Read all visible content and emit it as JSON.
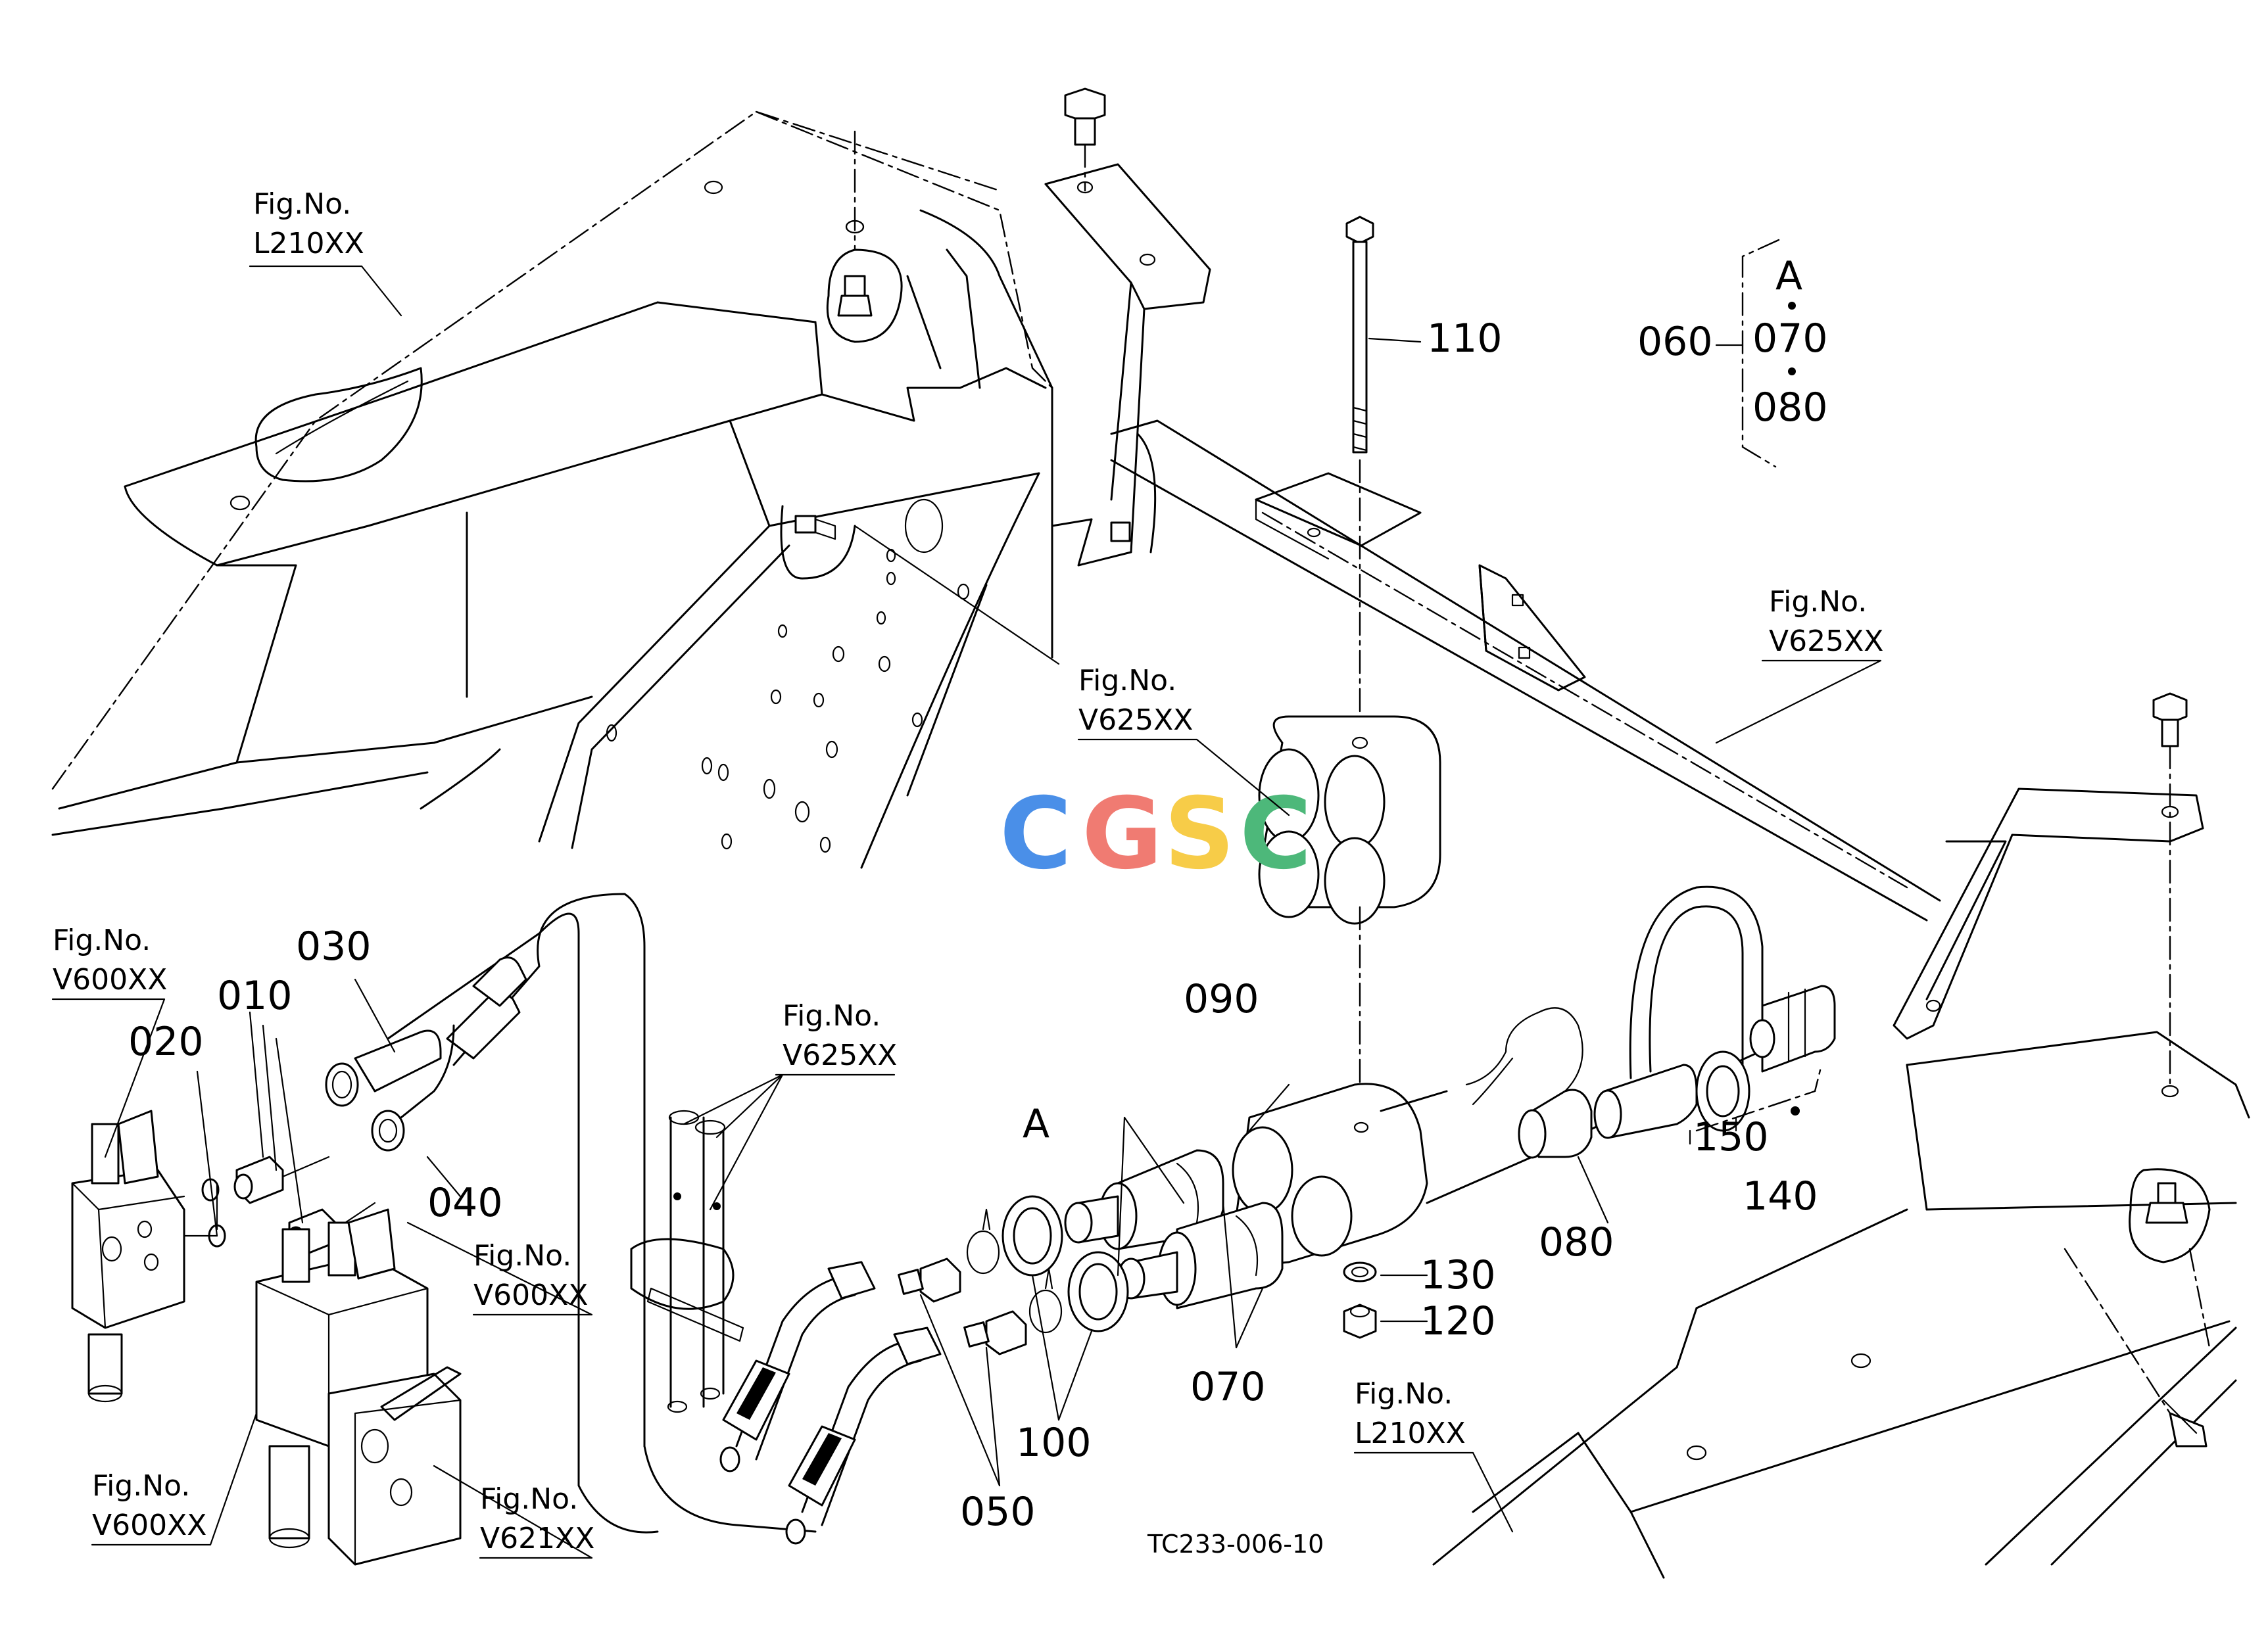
{
  "parts": {
    "p010": "010",
    "p020": "020",
    "p030": "030",
    "p040": "040",
    "p050": "050",
    "p060": "060",
    "p070a": "070",
    "p070b": "070",
    "p080a": "080",
    "p080b": "080",
    "p090": "090",
    "p100": "100",
    "p110": "110",
    "p120": "120",
    "p130": "130",
    "p140": "140",
    "p150": "150"
  },
  "kit": {
    "letter": "A"
  },
  "callout_a": "A",
  "figure_refs": {
    "fig_word": "Fig.No.",
    "l210_top": "L210XX",
    "v625_mid": "V625XX",
    "v625_right": "V625XX",
    "v625_lower": "V625XX",
    "v600_left": "V600XX",
    "v600_center": "V600XX",
    "v600_bottom": "V600XX",
    "v621_bottom": "V621XX",
    "l210_bottom": "L210XX"
  },
  "drawing_code": "TC233-006-10",
  "watermark": {
    "letters": [
      "C",
      "G",
      "S",
      "C"
    ],
    "colors": [
      "#4a8fe8",
      "#f07b72",
      "#f7cc48",
      "#4db87a"
    ]
  }
}
